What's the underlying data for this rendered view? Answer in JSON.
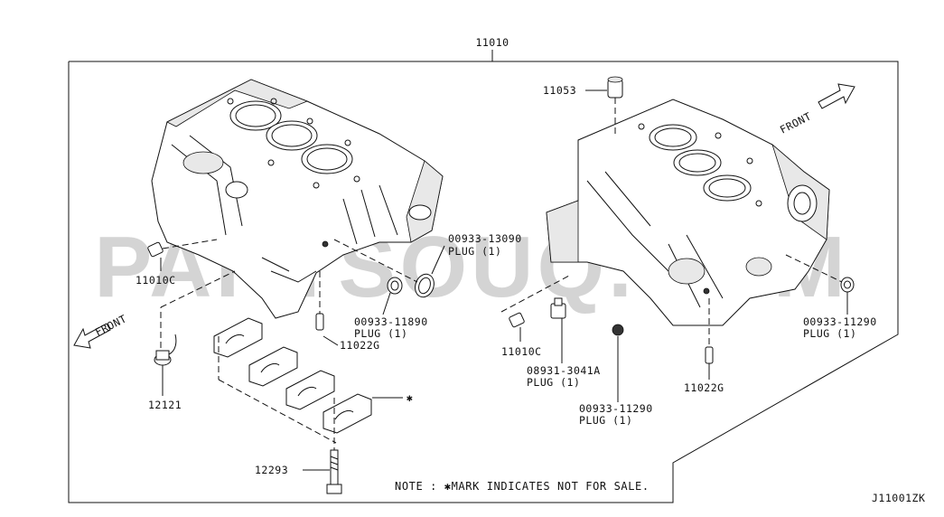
{
  "assembly_number": "11010",
  "figure_code": "J11001ZK",
  "watermark": "PARTSOUQ.COM",
  "note": "NOTE : ✱MARK INDICATES NOT FOR SALE.",
  "star_mark": "✱",
  "front_label": "FRONT",
  "parts": {
    "p11053": "11053",
    "p11010c_left": "11010C",
    "p11010c_right": "11010C",
    "p12121": "12121",
    "p12293": "12293",
    "p11022g_left": "11022G",
    "p11022g_right": "11022G",
    "p00933_13090": "00933-13090",
    "p00933_13090_qty": "PLUG (1)",
    "p00933_11890": "00933-11890",
    "p00933_11890_qty": "PLUG (1)",
    "p00933_11290_right": "00933-11290",
    "p00933_11290_right_qty": "PLUG (1)",
    "p00933_11290_mid": "00933-11290",
    "p00933_11290_mid_qty": "PLUG (1)",
    "p08931_3041a": "08931-3041A",
    "p08931_3041a_qty": "PLUG (1)"
  }
}
